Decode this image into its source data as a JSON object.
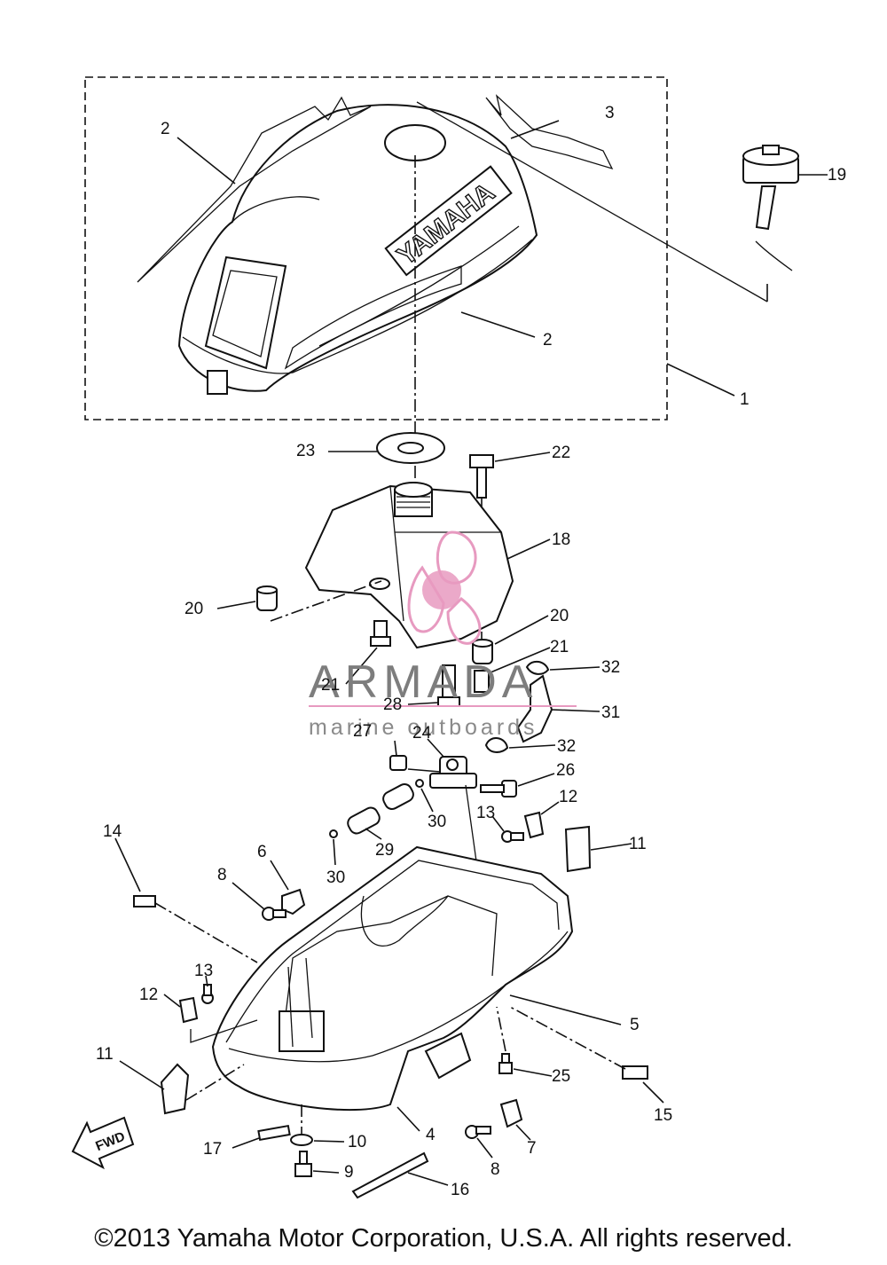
{
  "diagram": {
    "cowl_logo_text": "YAMAHA",
    "fwd_text": "FWD",
    "watermark": {
      "title": "ARMADA",
      "subtitle": "marine outboards",
      "accent_color": "#e79ac0"
    },
    "callouts": [
      "1",
      "2",
      "2",
      "3",
      "4",
      "5",
      "6",
      "7",
      "8",
      "8",
      "9",
      "10",
      "11",
      "11",
      "12",
      "12",
      "13",
      "13",
      "14",
      "15",
      "16",
      "17",
      "18",
      "19",
      "20",
      "20",
      "21",
      "21",
      "22",
      "23",
      "24",
      "25",
      "26",
      "27",
      "28",
      "29",
      "30",
      "30",
      "31",
      "32",
      "32"
    ]
  },
  "copyright": "©2013 Yamaha Motor Corporation, U.S.A. All rights reserved."
}
